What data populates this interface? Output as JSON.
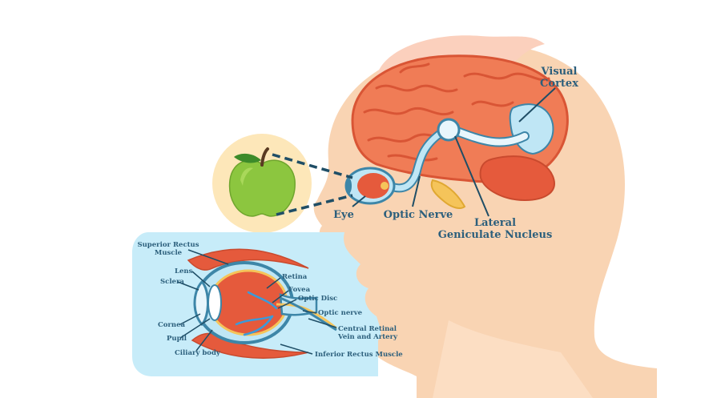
{
  "labels": {
    "visual_cortex_1": "Visual",
    "visual_cortex_2": "Cortex",
    "eye": "Eye",
    "optic_nerve": "Optic Nerve",
    "lgn_1": "Lateral",
    "lgn_2": "Geniculate Nucleus"
  },
  "inset_labels": {
    "superior_rectus_1": "Superior Rectus",
    "superior_rectus_2": "Muscle",
    "lens": "Lens",
    "sclera": "Sclera",
    "cornea": "Cornea",
    "pupil": "Pupil",
    "ciliary_body": "Ciliary body",
    "retina": "Retina",
    "fovea": "Fovea",
    "optic_disc": "Optic Disc",
    "optic_nerve": "Optic nerve",
    "central_retinal_1": "Central Retinal",
    "central_retinal_2": "Vein and Artery",
    "inferior_rectus": "Inferior Rectus Muscle"
  },
  "colors": {
    "skin": "#f9d4b3",
    "skin_light": "#fde3cb",
    "hair": "#fbd0bd",
    "brain": "#f07c56",
    "brain_fold": "#d95535",
    "cerebellum": "#e55a3c",
    "nerve": "#bfe6f5",
    "nerve_outline": "#3d86a8",
    "apple": "#8cc63f",
    "apple_circle": "#fde7b9",
    "inset_bg": "#c7ecf9",
    "label": "#2c5f7c"
  }
}
